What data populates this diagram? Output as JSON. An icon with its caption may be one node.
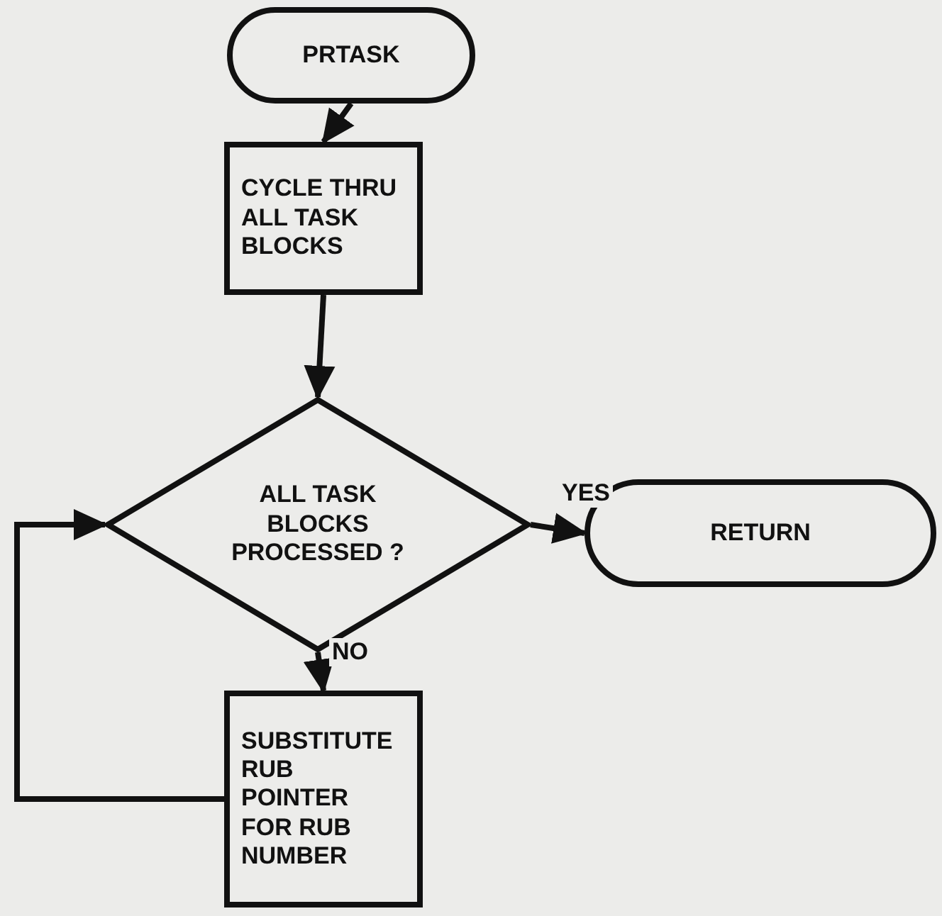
{
  "diagram": {
    "nodes": [
      {
        "text": [
          "PRTASK"
        ]
      },
      {
        "text": [
          "CYCLE THRU ALL TASK BLOCKS"
        ]
      },
      {
        "text": [
          "ALL TASK BLOCKS PROCESSED ?"
        ]
      },
      {
        "text": [
          "RETURN"
        ]
      },
      {
        "text": [
          "SUBSTITUTE RUB POINTER FOR RUB NUMBER"
        ]
      }
    ],
    "edges": [
      {
        "from": 0,
        "to": 1,
        "arrow": "to"
      },
      {
        "from": 1,
        "to": 2,
        "arrow": "to"
      },
      {
        "from": 2,
        "to": 3,
        "arrow": "to",
        "label": "YES"
      },
      {
        "from": 2,
        "to": 4,
        "arrow": "to",
        "label": "NO"
      },
      {
        "from": 4,
        "to": 2,
        "arrow": "to"
      }
    ]
  }
}
